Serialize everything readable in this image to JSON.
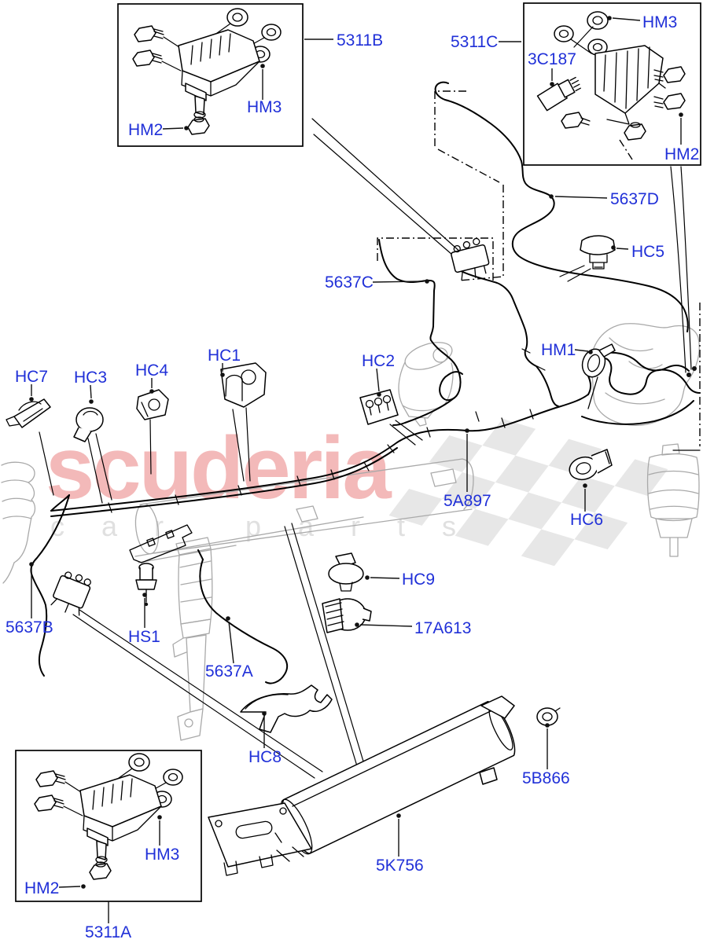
{
  "watermark": {
    "brand": "scuderia",
    "tagline": "car parts"
  },
  "colors": {
    "label_blue": "#2030d8",
    "watermark_pink": "#f3b9b9",
    "watermark_gray": "#e0e0e0",
    "checker_gray": "#e7e7e7",
    "line_black": "#000000",
    "faint_gray": "#a9a9a9",
    "background": "#ffffff"
  },
  "labels": {
    "b5311B": "5311B",
    "hm3_top": "HM3",
    "hm2_top": "HM2",
    "b5311C": "5311C",
    "c3C187": "3C187",
    "hm3_right": "HM3",
    "hm2_right": "HM2",
    "p5637D": "5637D",
    "hc5": "HC5",
    "p5637C": "5637C",
    "hm1": "HM1",
    "hc1": "HC1",
    "hc2": "HC2",
    "hc3": "HC3",
    "hc4": "HC4",
    "hc7": "HC7",
    "p5A897": "5A897",
    "hc6": "HC6",
    "p5637B": "5637B",
    "hs1": "HS1",
    "p5637A": "5637A",
    "hc9": "HC9",
    "p17A613": "17A613",
    "hc8": "HC8",
    "b5B866": "5B866",
    "t5K756": "5K756",
    "b5311A": "5311A",
    "hm3_bottom": "HM3",
    "hm2_bottom": "HM2"
  }
}
